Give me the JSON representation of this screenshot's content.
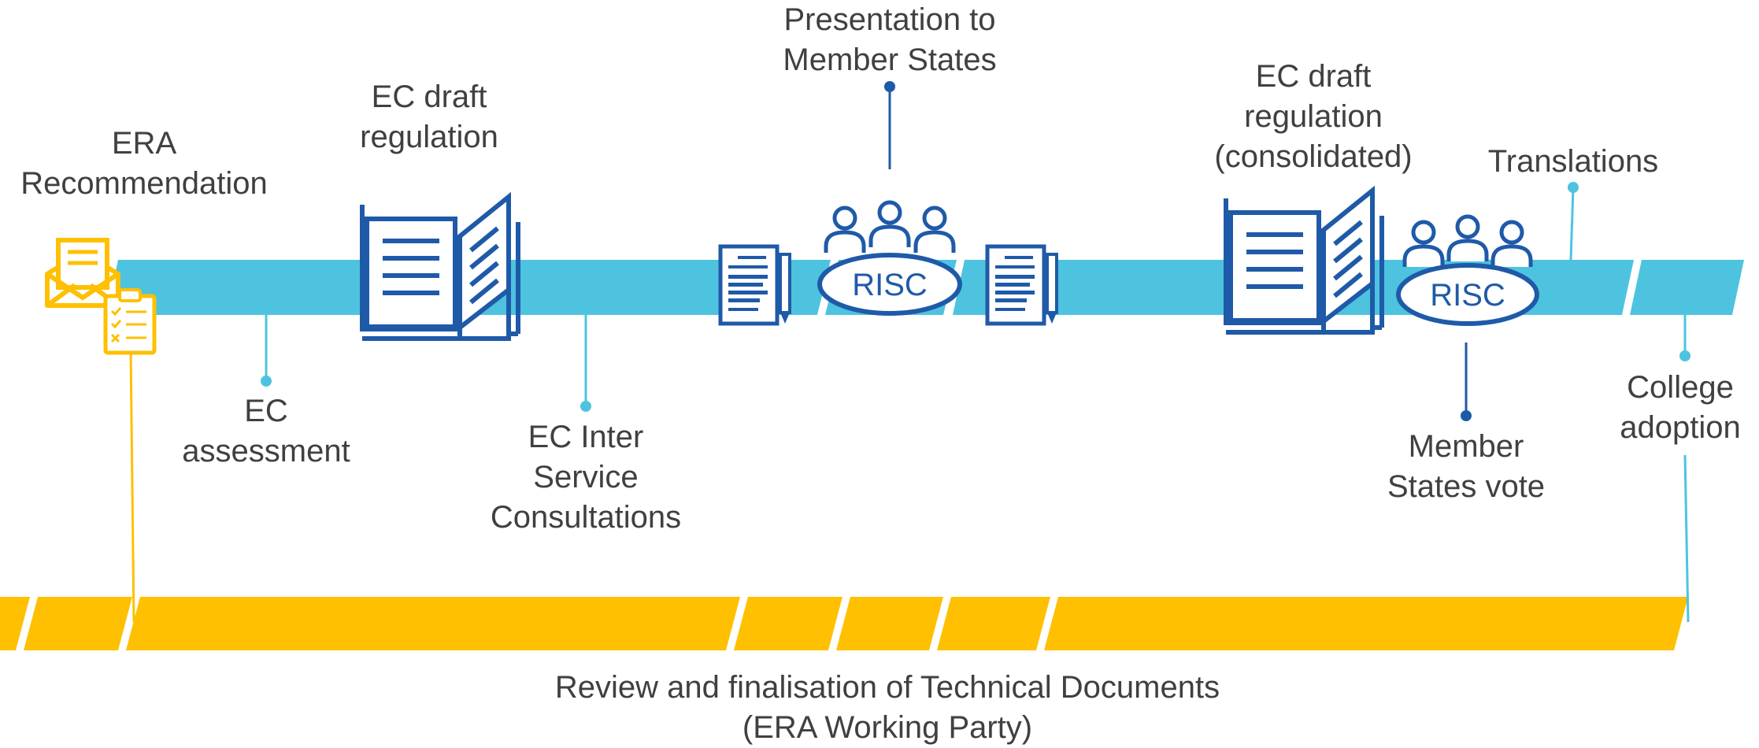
{
  "steps": {
    "era_recommendation": "ERA\nRecommendation",
    "ec_assessment": "EC\nassessment",
    "ec_draft_regulation": "EC draft\nregulation",
    "ec_inter_service": "EC Inter\nService\nConsultations",
    "presentation": "Presentation to\nMember States",
    "ec_draft_consolidated": "EC draft\nregulation\n(consolidated)",
    "member_states_vote": "Member\nStates vote",
    "translations": "Translations",
    "college_adoption": "College\nadoption"
  },
  "committee_badge_1": "RISC",
  "committee_badge_2": "RISC",
  "bottom_track_label": "Review and finalisation of Technical Documents\n(ERA Working Party)",
  "colors": {
    "process_track": "#4dc3df",
    "ec_blue": "#1f5aa8",
    "era_yellow": "#fec000",
    "text": "#404040"
  },
  "icons": [
    "envelope-icon",
    "checklist-icon",
    "open-book-icon",
    "document-pen-icon",
    "committee-people-icon"
  ]
}
